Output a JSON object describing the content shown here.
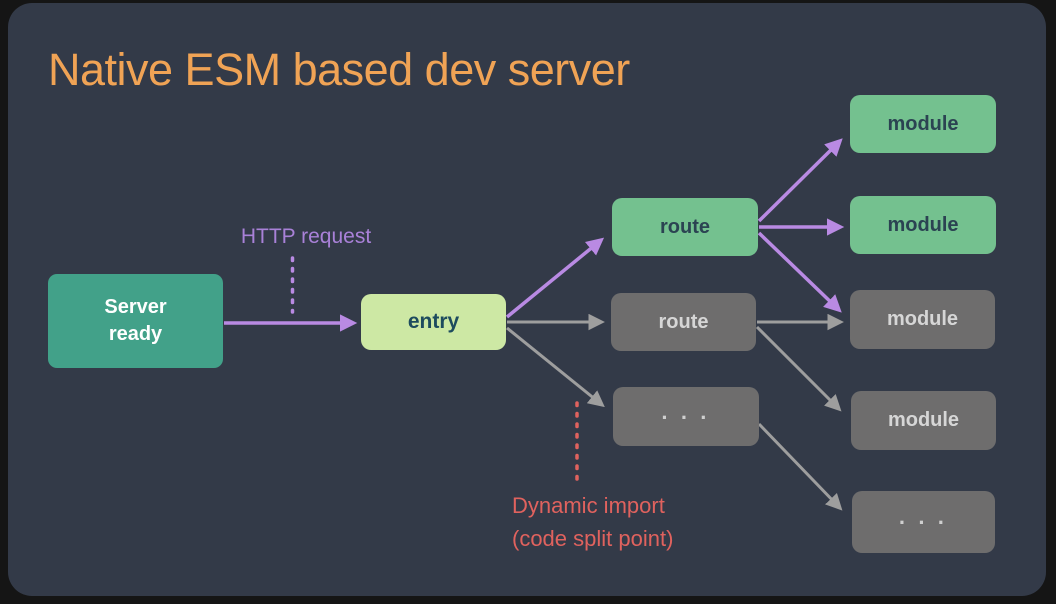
{
  "title": "Native ESM based dev server",
  "annotations": {
    "http_request": "HTTP request",
    "dynamic_import": "Dynamic import\n(code split point)"
  },
  "nodes": {
    "server_ready": "Server\nready",
    "entry": "entry",
    "route_active": "route",
    "route_inactive": "route",
    "routes_more": "· · ·",
    "module_active_1": "module",
    "module_active_2": "module",
    "module_inactive_1": "module",
    "module_inactive_2": "module",
    "modules_more": "· · ·"
  },
  "colors": {
    "frame": "#151515",
    "panel": "#333a48",
    "title": "#f0a355",
    "teal": "#42a189",
    "teal-text": "#ffffff",
    "entry-bg": "#cde8a4",
    "entry-text": "#1d4b5e",
    "green": "#74c18f",
    "green-text": "#2b4352",
    "gray-box": "#6e6d6d",
    "gray-text": "#d6d6d6",
    "purple": "#b98ae3",
    "purple-text": "#a981d8",
    "gray-arrow": "#9e9e9e",
    "red": "#e0625e"
  }
}
